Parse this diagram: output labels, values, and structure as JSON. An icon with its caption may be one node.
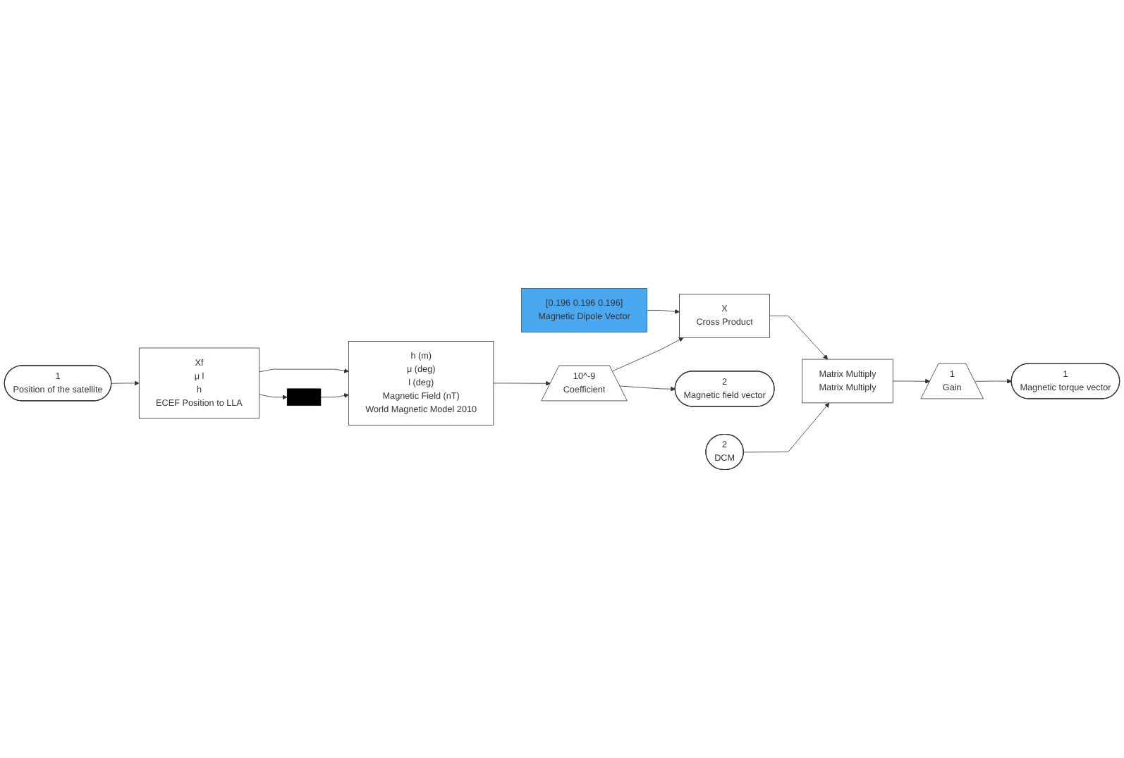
{
  "diagram": {
    "nodes": [
      {
        "text": [
          "[0.196 0.196 0.196]",
          "Magnetic Dipole Vector"
        ]
      },
      {
        "text": [
          "1",
          "Position of the satellite"
        ]
      },
      {
        "text": [
          "Xf",
          "μ l",
          "h",
          "ECEF Position to LLA"
        ]
      },
      {
        "text": [],
        "shape": "bar"
      },
      {
        "text": [
          "h (m)",
          "μ (deg)",
          "l (deg)",
          "Magnetic Field (nT)",
          "World Magnetic Model 2010"
        ]
      },
      {
        "text": [
          "10^-9",
          "Coefficient"
        ]
      },
      {
        "text": [
          "X",
          "Cross Product"
        ]
      },
      {
        "text": [
          "2",
          "Magnetic field vector"
        ]
      },
      {
        "text": [
          "2",
          "DCM"
        ]
      },
      {
        "text": [
          "Matrix Multiply",
          "Matrix Multiply"
        ]
      },
      {
        "text": [
          "1",
          "Gain"
        ]
      },
      {
        "text": [
          "1",
          "Magnetic torque vector"
        ]
      }
    ],
    "edges": [
      {
        "from": 1,
        "to": 2,
        "arrow": "to"
      },
      {
        "from": 2,
        "to": 4,
        "arrow": "to"
      },
      {
        "from": 2,
        "to": 3,
        "arrow": "to"
      },
      {
        "from": 3,
        "to": 4,
        "arrow": "to"
      },
      {
        "from": 4,
        "to": 5,
        "arrow": "to"
      },
      {
        "from": 0,
        "to": 6,
        "arrow": "to"
      },
      {
        "from": 5,
        "to": 6,
        "arrow": "to"
      },
      {
        "from": 5,
        "to": 7,
        "arrow": "to"
      },
      {
        "from": 6,
        "to": 9,
        "arrow": "to"
      },
      {
        "from": 8,
        "to": 9,
        "arrow": "to"
      },
      {
        "from": 9,
        "to": 10,
        "arrow": "to"
      },
      {
        "from": 10,
        "to": 11,
        "arrow": "to"
      }
    ]
  }
}
